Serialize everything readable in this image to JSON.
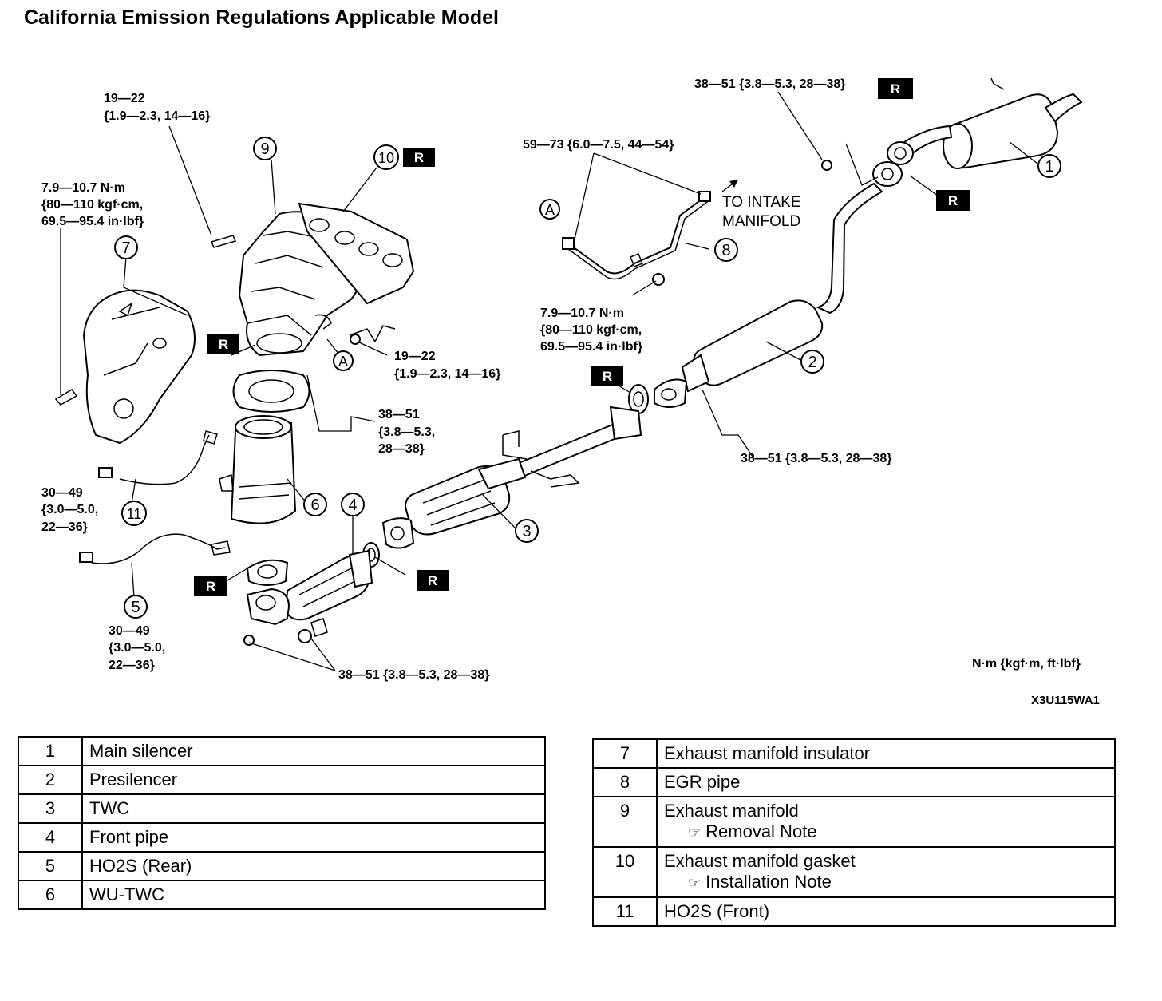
{
  "title": "California Emission Regulations Applicable Model",
  "torque_labels": {
    "t_19_22_top": [
      "19—22",
      "{1.9—2.3, 14—16}"
    ],
    "t_79_left": [
      "7.9—10.7 N·m",
      "{80—110 kgf·cm,",
      "69.5—95.4 in·lbf}"
    ],
    "t_59_73": "59—73 {6.0—7.5, 44—54}",
    "t_38_51_top_right": "38—51 {3.8—5.3, 28—38}",
    "t_79_mid": [
      "7.9—10.7 N·m",
      "{80—110 kgf·cm,",
      "69.5—95.4 in·lbf}"
    ],
    "t_19_22_mid": [
      "19—22",
      "{1.9—2.3, 14—16}"
    ],
    "t_38_51_mid": [
      "38—51",
      "{3.8—5.3,",
      "28—38}"
    ],
    "t_38_51_right": "38—51 {3.8—5.3, 28—38}",
    "t_30_49_upper": [
      "30—49",
      "{3.0—5.0,",
      "22—36}"
    ],
    "t_30_49_lower": [
      "30—49",
      "{3.0—5.0,",
      "22—36}"
    ],
    "t_38_51_bottom": "38—51 {3.8—5.3, 28—38}"
  },
  "to_intake": [
    "TO INTAKE",
    "MANIFOLD"
  ],
  "connector_label": "A",
  "replace_badge": "R",
  "callouts": [
    "1",
    "2",
    "3",
    "4",
    "5",
    "6",
    "7",
    "8",
    "9",
    "10",
    "11"
  ],
  "units_note": "N·m {kgf·m, ft·lbf}",
  "figure_code": "X3U115WA1",
  "parts_left": [
    {
      "no": "1",
      "name": "Main silencer"
    },
    {
      "no": "2",
      "name": "Presilencer"
    },
    {
      "no": "3",
      "name": "TWC"
    },
    {
      "no": "4",
      "name": "Front pipe"
    },
    {
      "no": "5",
      "name": "HO2S (Rear)"
    },
    {
      "no": "6",
      "name": "WU-TWC"
    }
  ],
  "parts_right": [
    {
      "no": "7",
      "name": "Exhaust manifold insulator",
      "note": ""
    },
    {
      "no": "8",
      "name": "EGR pipe",
      "note": ""
    },
    {
      "no": "9",
      "name": "Exhaust manifold",
      "note": "Removal Note"
    },
    {
      "no": "10",
      "name": "Exhaust manifold gasket",
      "note": "Installation Note"
    },
    {
      "no": "11",
      "name": "HO2S (Front)",
      "note": ""
    }
  ]
}
